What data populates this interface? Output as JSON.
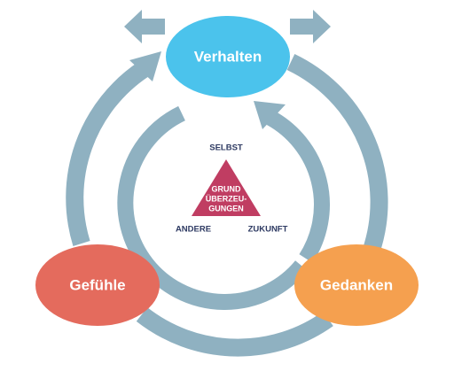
{
  "nodes": {
    "top": {
      "label": "Verhalten",
      "color": "#4bc3ec"
    },
    "left": {
      "label": "Gefühle",
      "color": "#e46b5d"
    },
    "right": {
      "label": "Gedanken",
      "color": "#f5a04f"
    }
  },
  "triangle": {
    "lines": [
      "GRUND",
      "ÜBERZEU-",
      "GUNGEN"
    ],
    "color": "#c03d62",
    "corners": {
      "top": "SELBST",
      "left": "ANDERE",
      "right": "ZUKUNFT"
    }
  },
  "colors": {
    "arrows": "#8fb1c1"
  }
}
